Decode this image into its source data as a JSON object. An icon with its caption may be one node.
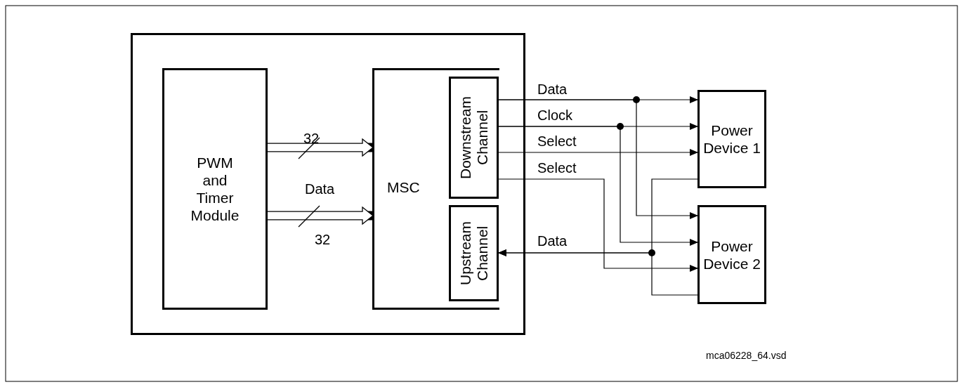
{
  "diagram": {
    "nodes": [
      {
        "text": [],
        "shape": "box"
      },
      {
        "text": [
          "PWM and Timer Module"
        ],
        "in": 0
      },
      {
        "text": [
          "MSC"
        ],
        "in": 0
      },
      {
        "text": [
          "Downstream Channel"
        ],
        "in": 2
      },
      {
        "text": [
          "Upstream Channel"
        ],
        "in": 2
      },
      {
        "text": [
          "Power Device 1"
        ]
      },
      {
        "text": [
          "Power Device 2"
        ]
      }
    ],
    "edges": [
      {
        "from": 3,
        "to": 5,
        "arrow": "to",
        "label": "Data"
      },
      {
        "from": 3,
        "to": 6,
        "arrow": "to"
      },
      {
        "from": 3,
        "to": 5,
        "arrow": "to",
        "label": "Clock"
      },
      {
        "from": 3,
        "to": 6,
        "arrow": "to"
      },
      {
        "from": 3,
        "to": 5,
        "arrow": "to",
        "label": "Select"
      },
      {
        "from": 3,
        "to": 6,
        "arrow": "to",
        "label": "Select"
      },
      {
        "from": 5,
        "to": 4,
        "arrow": "to",
        "label": "Data"
      },
      {
        "from": 6,
        "to": 4,
        "arrow": "to"
      },
      {
        "from": 1,
        "to": 2,
        "arrow": "to",
        "label": "32",
        "style": "thick"
      },
      {
        "from": 1,
        "to": 2,
        "arrow": "to",
        "label": "32",
        "style": "thick"
      }
    ],
    "labels": [
      "Data",
      "mca06228_64.vsd"
    ]
  }
}
